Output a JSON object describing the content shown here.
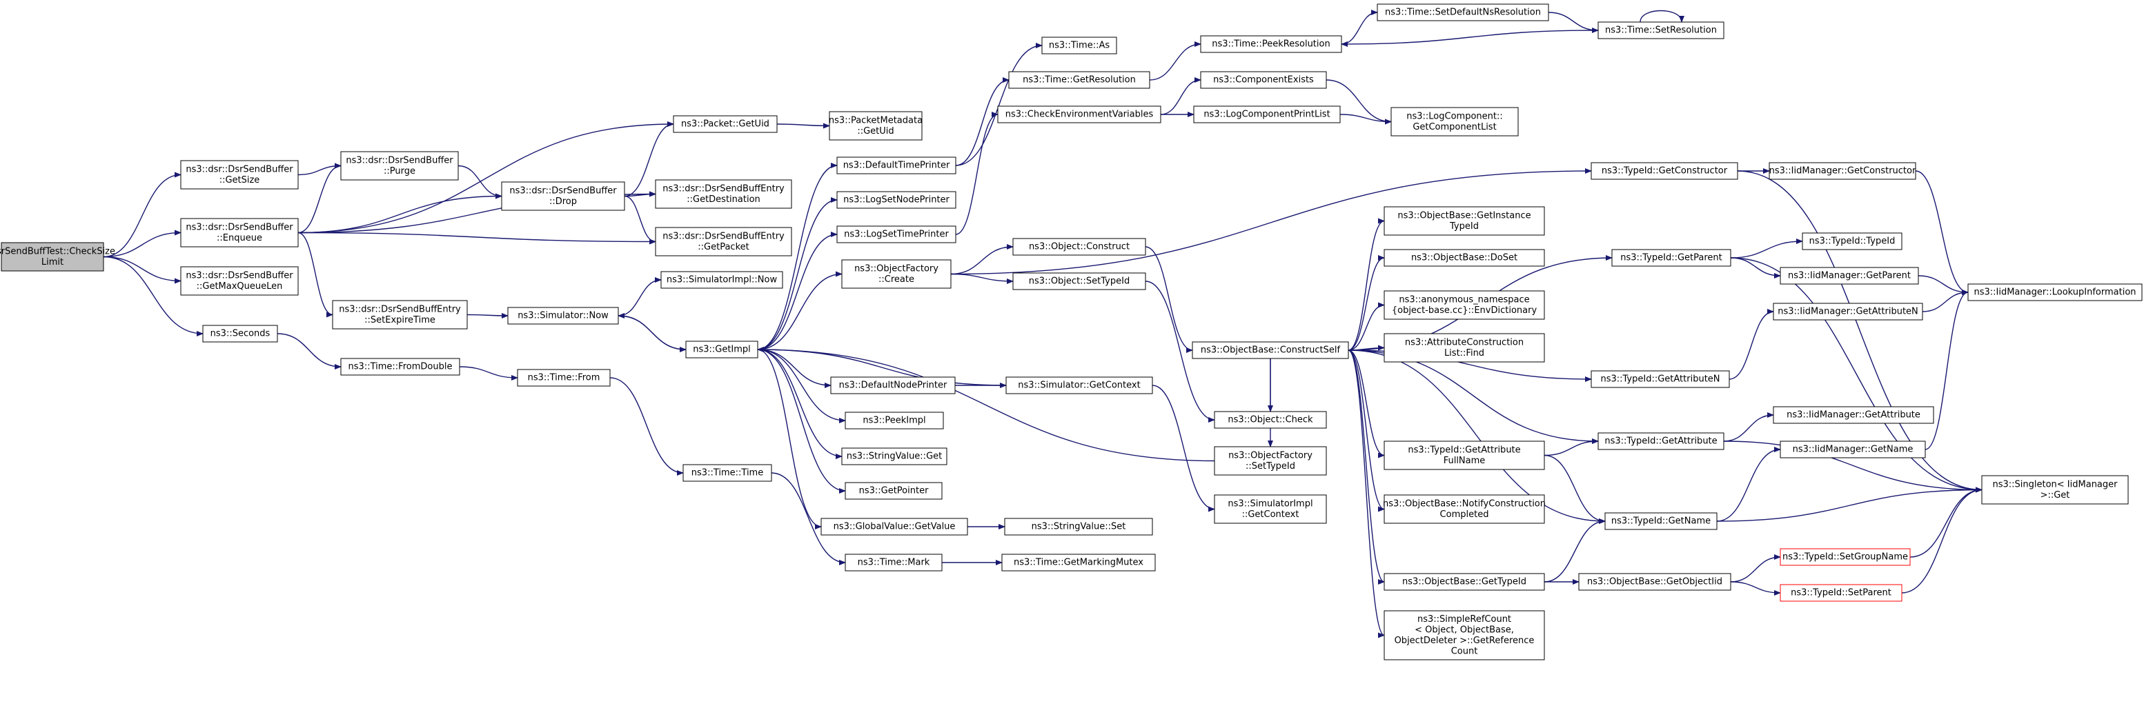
{
  "colors": {
    "edge": "#191970",
    "node_border": "#000000",
    "root_fill": "#bfbfbf",
    "highlight_border": "#ff0000"
  },
  "nodes": {
    "n0": {
      "label": [
        "DsrSendBuffTest::CheckSize",
        "Limit"
      ]
    },
    "n1": {
      "label": [
        "ns3::dsr::DsrSendBuffer",
        "::GetSize"
      ]
    },
    "n2": {
      "label": [
        "ns3::dsr::DsrSendBuffer",
        "::Enqueue"
      ]
    },
    "n3": {
      "label": [
        "ns3::dsr::DsrSendBuffer",
        "::GetMaxQueueLen"
      ]
    },
    "n4": {
      "label": [
        "ns3::Seconds"
      ]
    },
    "n5": {
      "label": [
        "ns3::dsr::DsrSendBuffer",
        "::Purge"
      ]
    },
    "n6": {
      "label": [
        "ns3::dsr::DsrSendBuffEntry",
        "::SetExpireTime"
      ]
    },
    "n7": {
      "label": [
        "ns3::Time::FromDouble"
      ]
    },
    "n8": {
      "label": [
        "ns3::dsr::DsrSendBuffer",
        "::Drop"
      ]
    },
    "n9": {
      "label": [
        "ns3::Simulator::Now"
      ]
    },
    "n10": {
      "label": [
        "ns3::Time::From"
      ]
    },
    "n11": {
      "label": [
        "ns3::Time::Time"
      ]
    },
    "n12": {
      "label": [
        "ns3::Packet::GetUid"
      ]
    },
    "n13": {
      "label": [
        "ns3::dsr::DsrSendBuffEntry",
        "::GetDestination"
      ]
    },
    "n14": {
      "label": [
        "ns3::dsr::DsrSendBuffEntry",
        "::GetPacket"
      ]
    },
    "n15": {
      "label": [
        "ns3::SimulatorImpl::Now"
      ]
    },
    "n16": {
      "label": [
        "ns3::GetImpl"
      ]
    },
    "n17": {
      "label": [
        "ns3::PacketMetadata",
        "::GetUid"
      ]
    },
    "n18": {
      "label": [
        "ns3::DefaultTimePrinter"
      ]
    },
    "n19": {
      "label": [
        "ns3::LogSetNodePrinter"
      ]
    },
    "n20": {
      "label": [
        "ns3::LogSetTimePrinter"
      ]
    },
    "n21": {
      "label": [
        "ns3::ObjectFactory",
        "::Create"
      ]
    },
    "n22": {
      "label": [
        "ns3::DefaultNodePrinter"
      ]
    },
    "n23": {
      "label": [
        "ns3::PeekImpl"
      ]
    },
    "n24": {
      "label": [
        "ns3::StringValue::Get"
      ]
    },
    "n25": {
      "label": [
        "ns3::GetPointer"
      ]
    },
    "n26": {
      "label": [
        "ns3::GlobalValue::GetValue"
      ]
    },
    "n27": {
      "label": [
        "ns3::Time::Mark"
      ]
    },
    "n28": {
      "label": [
        "ns3::Time::As"
      ]
    },
    "n29": {
      "label": [
        "ns3::Time::GetResolution"
      ]
    },
    "n30": {
      "label": [
        "ns3::CheckEnvironmentVariables"
      ]
    },
    "n31": {
      "label": [
        "ns3::Object::Construct"
      ]
    },
    "n32": {
      "label": [
        "ns3::Object::SetTypeId"
      ]
    },
    "n33": {
      "label": [
        "ns3::Simulator::GetContext"
      ]
    },
    "n34": {
      "label": [
        "ns3::StringValue::Set"
      ]
    },
    "n35": {
      "label": [
        "ns3::Time::GetMarkingMutex"
      ]
    },
    "n36": {
      "label": [
        "ns3::Time::PeekResolution"
      ]
    },
    "n37": {
      "label": [
        "ns3::ComponentExists"
      ]
    },
    "n38": {
      "label": [
        "ns3::LogComponentPrintList"
      ]
    },
    "n39": {
      "label": [
        "ns3::ObjectBase::ConstructSelf"
      ]
    },
    "n40": {
      "label": [
        "ns3::Object::Check"
      ]
    },
    "n41": {
      "label": [
        "ns3::ObjectFactory",
        "::SetTypeId"
      ]
    },
    "n42": {
      "label": [
        "ns3::SimulatorImpl",
        "::GetContext"
      ]
    },
    "n43": {
      "label": [
        "ns3::Time::SetDefaultNsResolution"
      ]
    },
    "n44": {
      "label": [
        "ns3::LogComponent::",
        "GetComponentList"
      ]
    },
    "n45": {
      "label": [
        "ns3::ObjectBase::GetInstance",
        "TypeId"
      ]
    },
    "n46": {
      "label": [
        "ns3::ObjectBase::DoSet"
      ]
    },
    "n47": {
      "label": [
        "ns3::anonymous_namespace",
        "{object-base.cc}::EnvDictionary"
      ]
    },
    "n48": {
      "label": [
        "ns3::AttributeConstruction",
        "List::Find"
      ]
    },
    "n49": {
      "label": [
        "ns3::TypeId::GetAttribute",
        "FullName"
      ]
    },
    "n50": {
      "label": [
        "ns3::ObjectBase::NotifyConstruction",
        "Completed"
      ]
    },
    "n51": {
      "label": [
        "ns3::ObjectBase::GetTypeId"
      ]
    },
    "n52": {
      "label": [
        "ns3::SimpleRefCount",
        "< Object, ObjectBase,",
        "ObjectDeleter >::GetReference",
        "Count"
      ]
    },
    "n53": {
      "label": [
        "ns3::Time::SetResolution"
      ]
    },
    "n54": {
      "label": [
        "ns3::TypeId::GetConstructor"
      ]
    },
    "n55": {
      "label": [
        "ns3::TypeId::GetParent"
      ]
    },
    "n56": {
      "label": [
        "ns3::TypeId::GetAttributeN"
      ]
    },
    "n57": {
      "label": [
        "ns3::TypeId::GetAttribute"
      ]
    },
    "n58": {
      "label": [
        "ns3::TypeId::GetName"
      ]
    },
    "n59": {
      "label": [
        "ns3::ObjectBase::GetObjectIid"
      ]
    },
    "n60": {
      "label": [
        "ns3::IidManager::GetConstructor"
      ]
    },
    "n61": {
      "label": [
        "ns3::TypeId::TypeId"
      ]
    },
    "n62": {
      "label": [
        "ns3::IidManager::GetParent"
      ]
    },
    "n63": {
      "label": [
        "ns3::IidManager::GetAttributeN"
      ]
    },
    "n64": {
      "label": [
        "ns3::IidManager::GetAttribute"
      ]
    },
    "n65": {
      "label": [
        "ns3::IidManager::GetName"
      ]
    },
    "n66": {
      "label": [
        "ns3::TypeId::SetGroupName"
      ]
    },
    "n67": {
      "label": [
        "ns3::TypeId::SetParent"
      ]
    },
    "n68": {
      "label": [
        "ns3::IidManager::LookupInformation"
      ]
    },
    "n69": {
      "label": [
        "ns3::Singleton< IidManager",
        ">::Get"
      ]
    }
  }
}
